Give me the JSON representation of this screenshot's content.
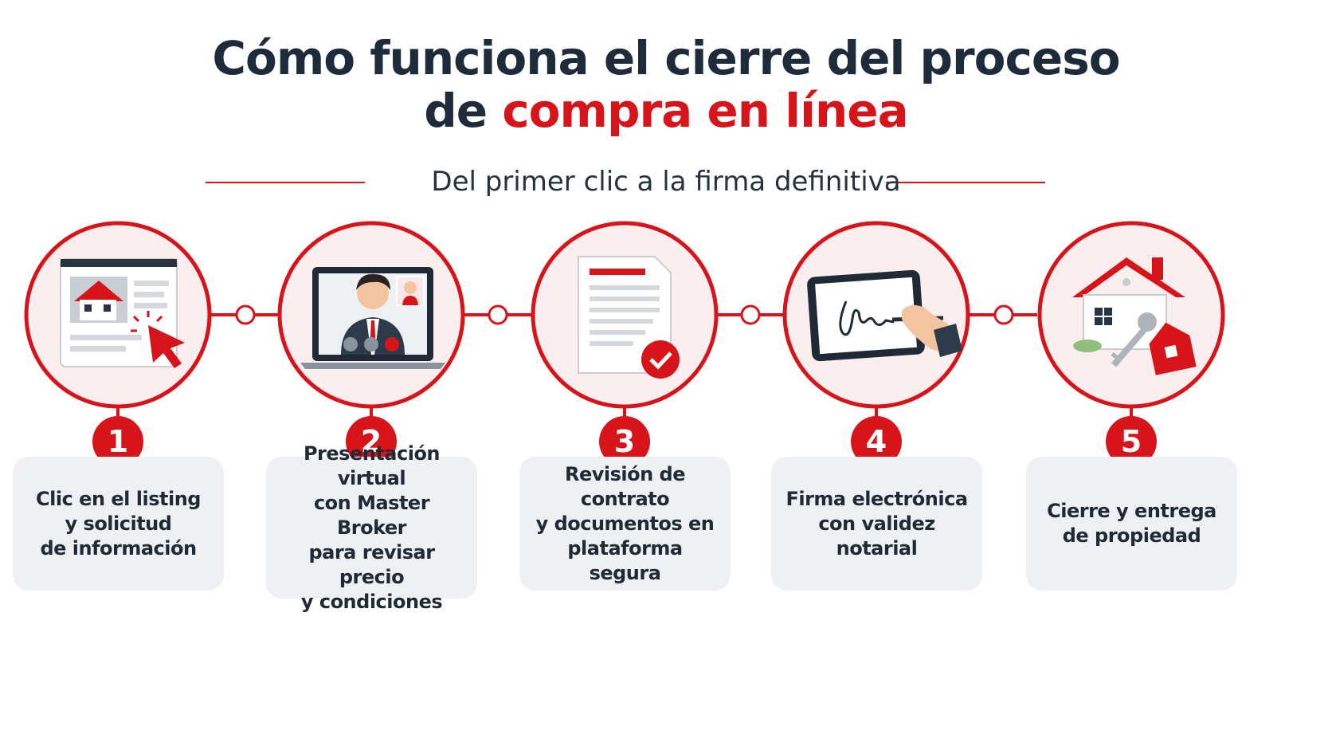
{
  "header": {
    "title_part1": "Cómo funciona el cierre del proceso",
    "title_part2_plain": "de ",
    "title_part2_accent": "compra en línea",
    "subtitle": "Del primer clic a la firma definitiva"
  },
  "colors": {
    "accent": "#d7141a",
    "dark": "#1d2b3a",
    "card": "#eef0f3"
  },
  "steps": [
    {
      "number": "1",
      "icon": "web-listing-click-icon",
      "text": "Clic en el listing\ny solicitud\nde información"
    },
    {
      "number": "2",
      "icon": "video-call-broker-icon",
      "text": "Presentación virtual\ncon Master Broker\npara revisar precio\ny condiciones"
    },
    {
      "number": "3",
      "icon": "contract-document-check-icon",
      "text": "Revisión de contrato\ny documentos en\nplataforma segura"
    },
    {
      "number": "4",
      "icon": "tablet-signature-icon",
      "text": "Firma electrónica\ncon validez notarial"
    },
    {
      "number": "5",
      "icon": "house-keys-icon",
      "text": "Cierre y entrega\nde propiedad"
    }
  ]
}
